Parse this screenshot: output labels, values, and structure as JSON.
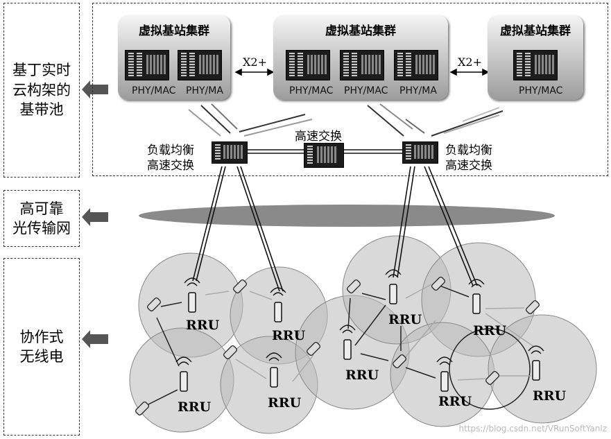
{
  "left_labels": {
    "baseband_pool": [
      "基丁实时",
      "云构架的",
      "基带池"
    ],
    "optical_network": [
      "高可靠",
      "光传输网"
    ],
    "cooperative_radio": [
      "协作式",
      "无线电"
    ]
  },
  "clusters": [
    {
      "title": "虚拟基站集群",
      "phy": [
        "PHY/MAC",
        "PHY/MA"
      ]
    },
    {
      "title": "虚拟基站集群",
      "phy": [
        "PHY/MAC",
        "PHY/MAC",
        "PHY/MA"
      ]
    },
    {
      "title": "虚拟基站集群",
      "phy": [
        "PHY/MAC"
      ]
    }
  ],
  "x2_labels": [
    "X2+",
    "X2+"
  ],
  "switches": {
    "left": [
      "负载均衡",
      "高速交换"
    ],
    "center": "高速交换",
    "right": [
      "负载均衡",
      "高速交换"
    ]
  },
  "rru_label": "RRU",
  "watermark": "https://blog.csdn.net/VRunSoftYanlz"
}
